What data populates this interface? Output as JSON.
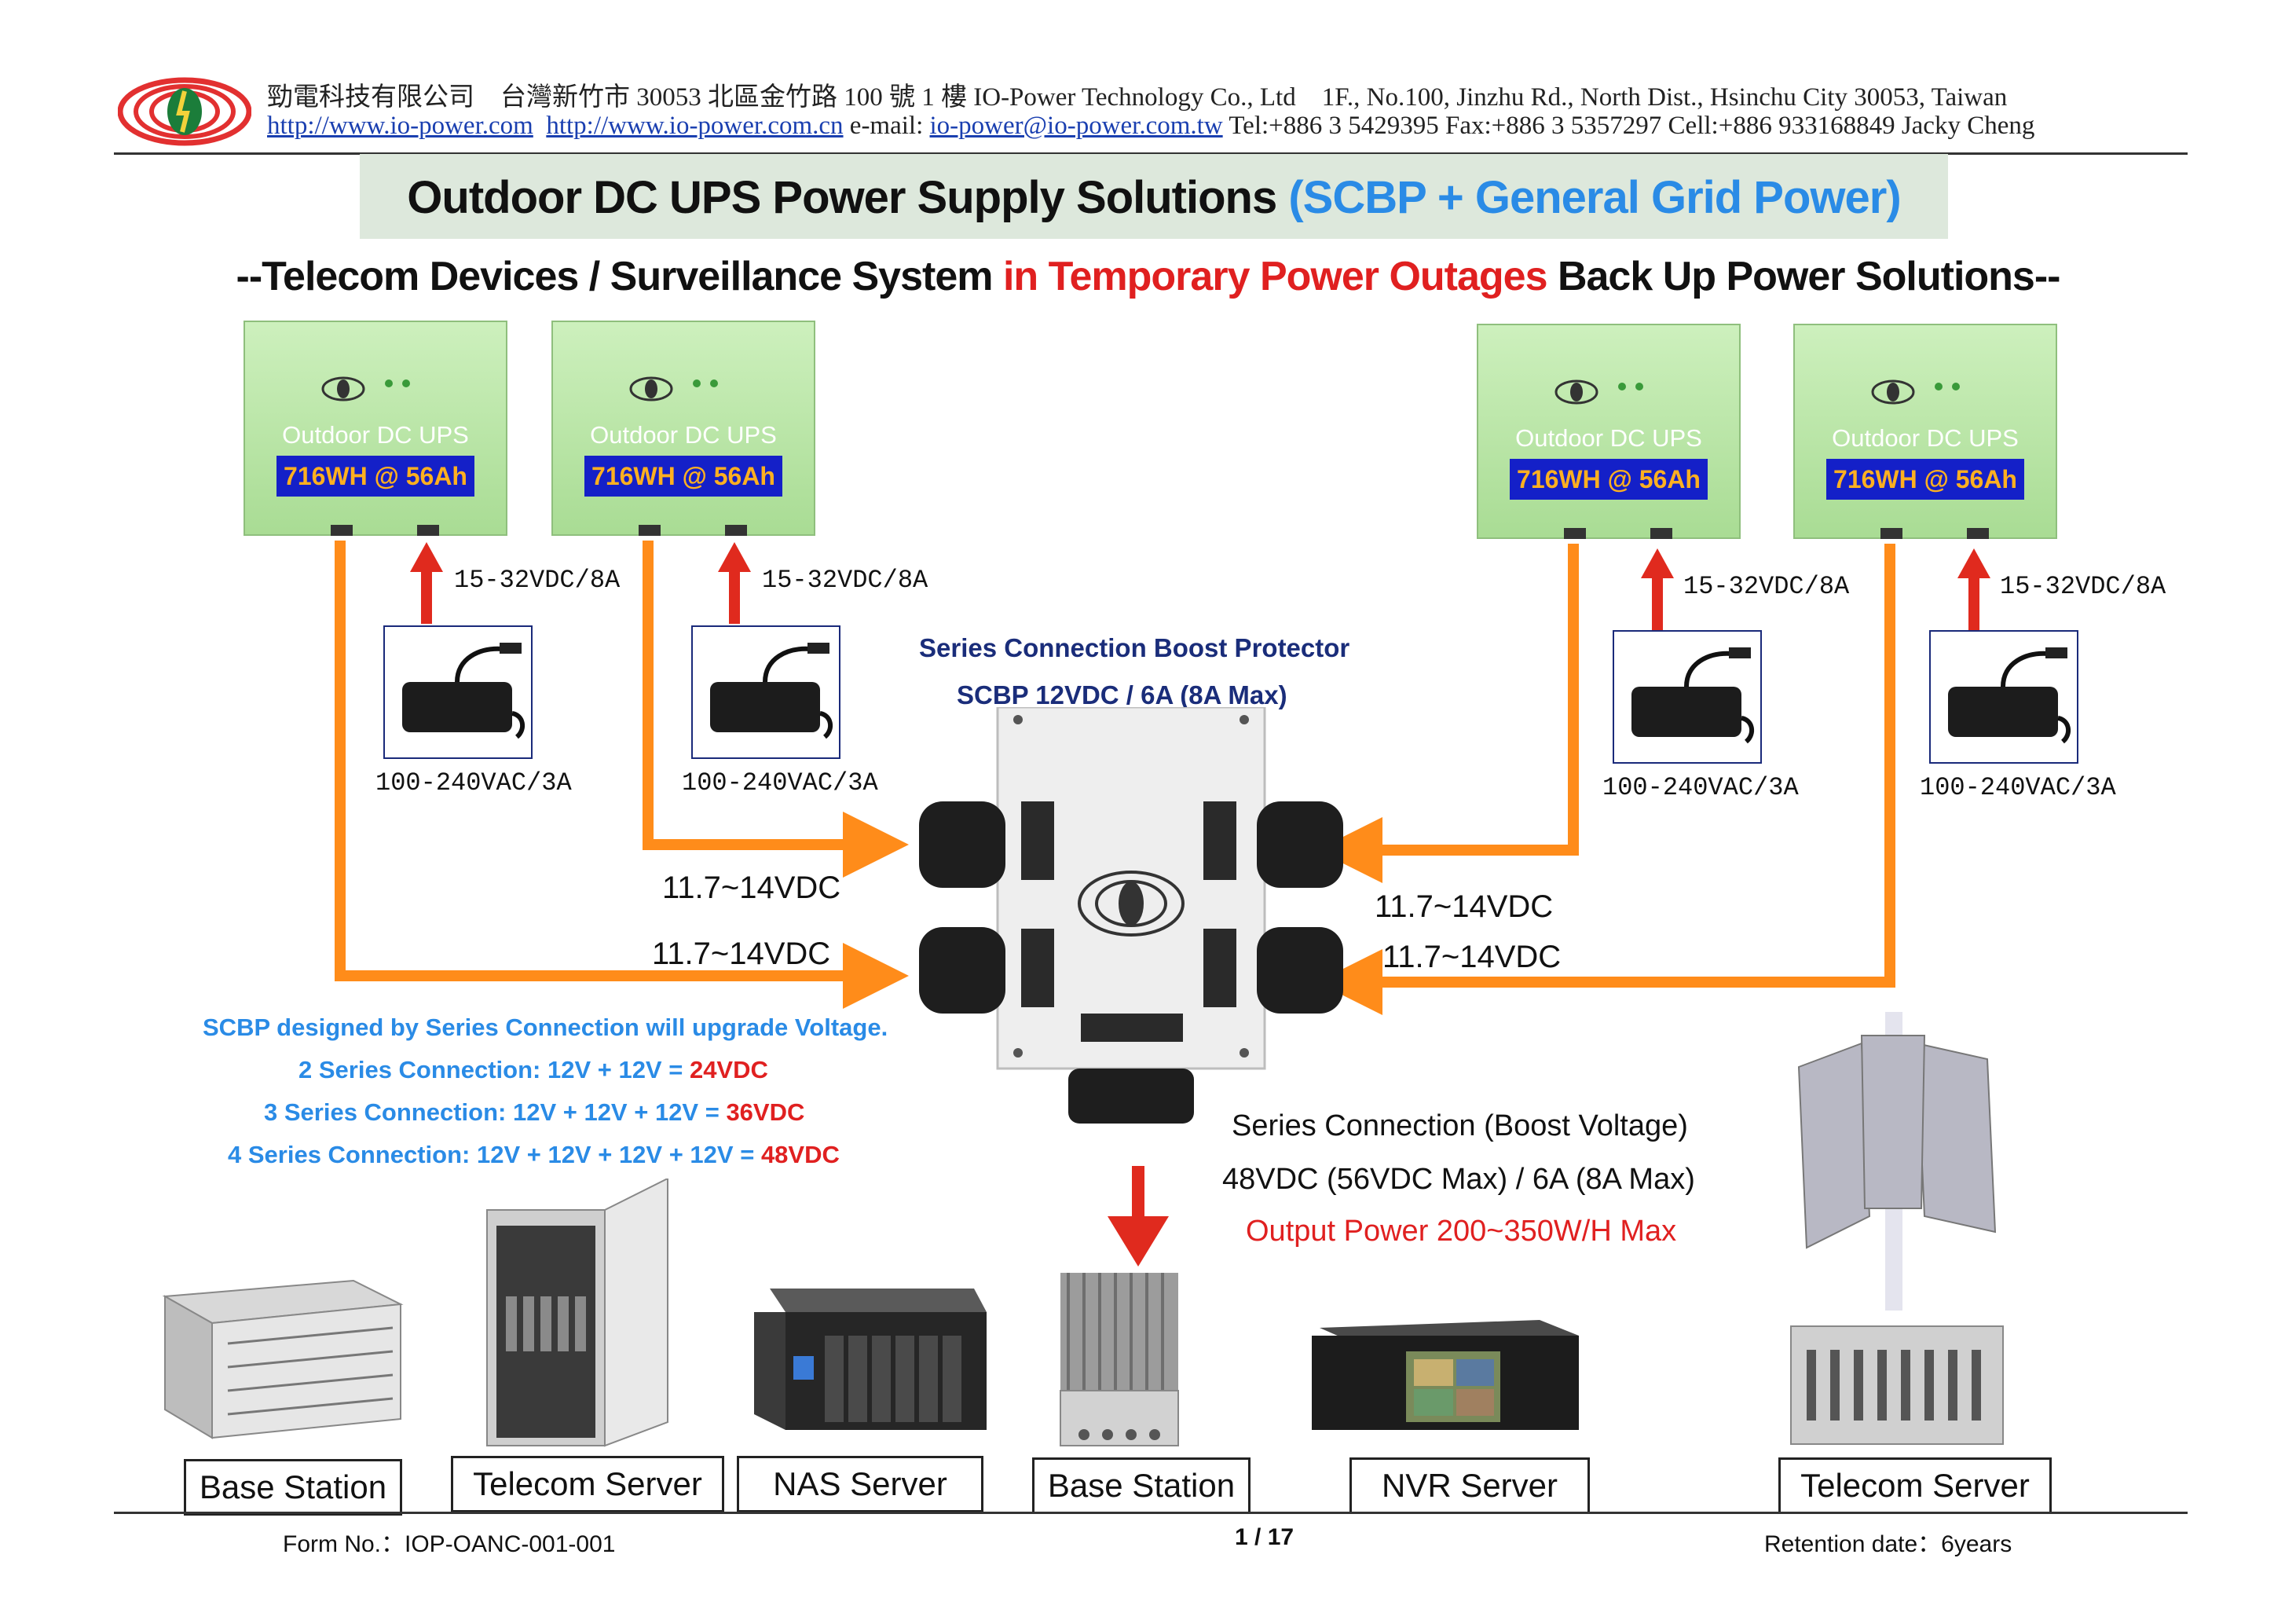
{
  "header": {
    "company_cn": "勁電科技有限公司",
    "address_cn": "台灣新竹市 30053 北區金竹路 100 號 1 樓",
    "company_en": "IO-Power Technology Co., Ltd",
    "address_en": "1F., No.100, Jinzhu Rd., North Dist., Hsinchu City 30053, Taiwan",
    "url1": "http://www.io-power.com",
    "url2": "http://www.io-power.com.cn",
    "email_label": "e-mail:",
    "email": "io-power@io-power.com.tw",
    "contact": "Tel:+886 3 5429395 Fax:+886 3 5357297 Cell:+886 933168849 Jacky Cheng"
  },
  "title": {
    "main": "Outdoor DC UPS Power Supply Solutions",
    "highlight": "(SCBP + General Grid Power)"
  },
  "subtitle": {
    "part1": "--Telecom Devices / Surveillance System",
    "highlight": "in Temporary Power Outages",
    "part2": "Back Up Power Solutions--"
  },
  "ups_units": [
    {
      "label": "Outdoor DC UPS",
      "capacity": "716WH @ 56Ah"
    },
    {
      "label": "Outdoor DC UPS",
      "capacity": "716WH @ 56Ah"
    },
    {
      "label": "Outdoor DC UPS",
      "capacity": "716WH @ 56Ah"
    },
    {
      "label": "Outdoor DC UPS",
      "capacity": "716WH @ 56Ah"
    }
  ],
  "adapters": {
    "output": "15-32VDC/8A",
    "input": "100-240VAC/3A"
  },
  "scbp": {
    "name": "Series Connection Boost Protector",
    "spec": "SCBP 12VDC / 6A (8A Max)"
  },
  "input_voltage": "11.7~14VDC",
  "series_info": {
    "line1": "SCBP designed by Series Connection will upgrade Voltage.",
    "line2": "2 Series Connection: 12V + 12V =",
    "line2_result": "24VDC",
    "line3": "3 Series Connection: 12V + 12V + 12V =",
    "line3_result": "36VDC",
    "line4": "4 Series Connection: 12V + 12V + 12V + 12V =",
    "line4_result": "48VDC"
  },
  "output_info": {
    "line1": "Series Connection (Boost Voltage)",
    "line2": "48VDC (56VDC Max) / 6A (8A Max)",
    "line3": "Output Power 200~350W/H Max"
  },
  "devices": [
    "Base Station",
    "Telecom Server",
    "NAS Server",
    "Base Station",
    "NVR Server",
    "Telecom Server"
  ],
  "footer": {
    "form_no": "Form No.：IOP-OANC-001-001",
    "page": "1 / 17",
    "retention": "Retention date：6years"
  },
  "colors": {
    "orange": "#ff8c1a",
    "red": "#e02020",
    "blue": "#2a8be6",
    "navy": "#1a2d7a"
  }
}
